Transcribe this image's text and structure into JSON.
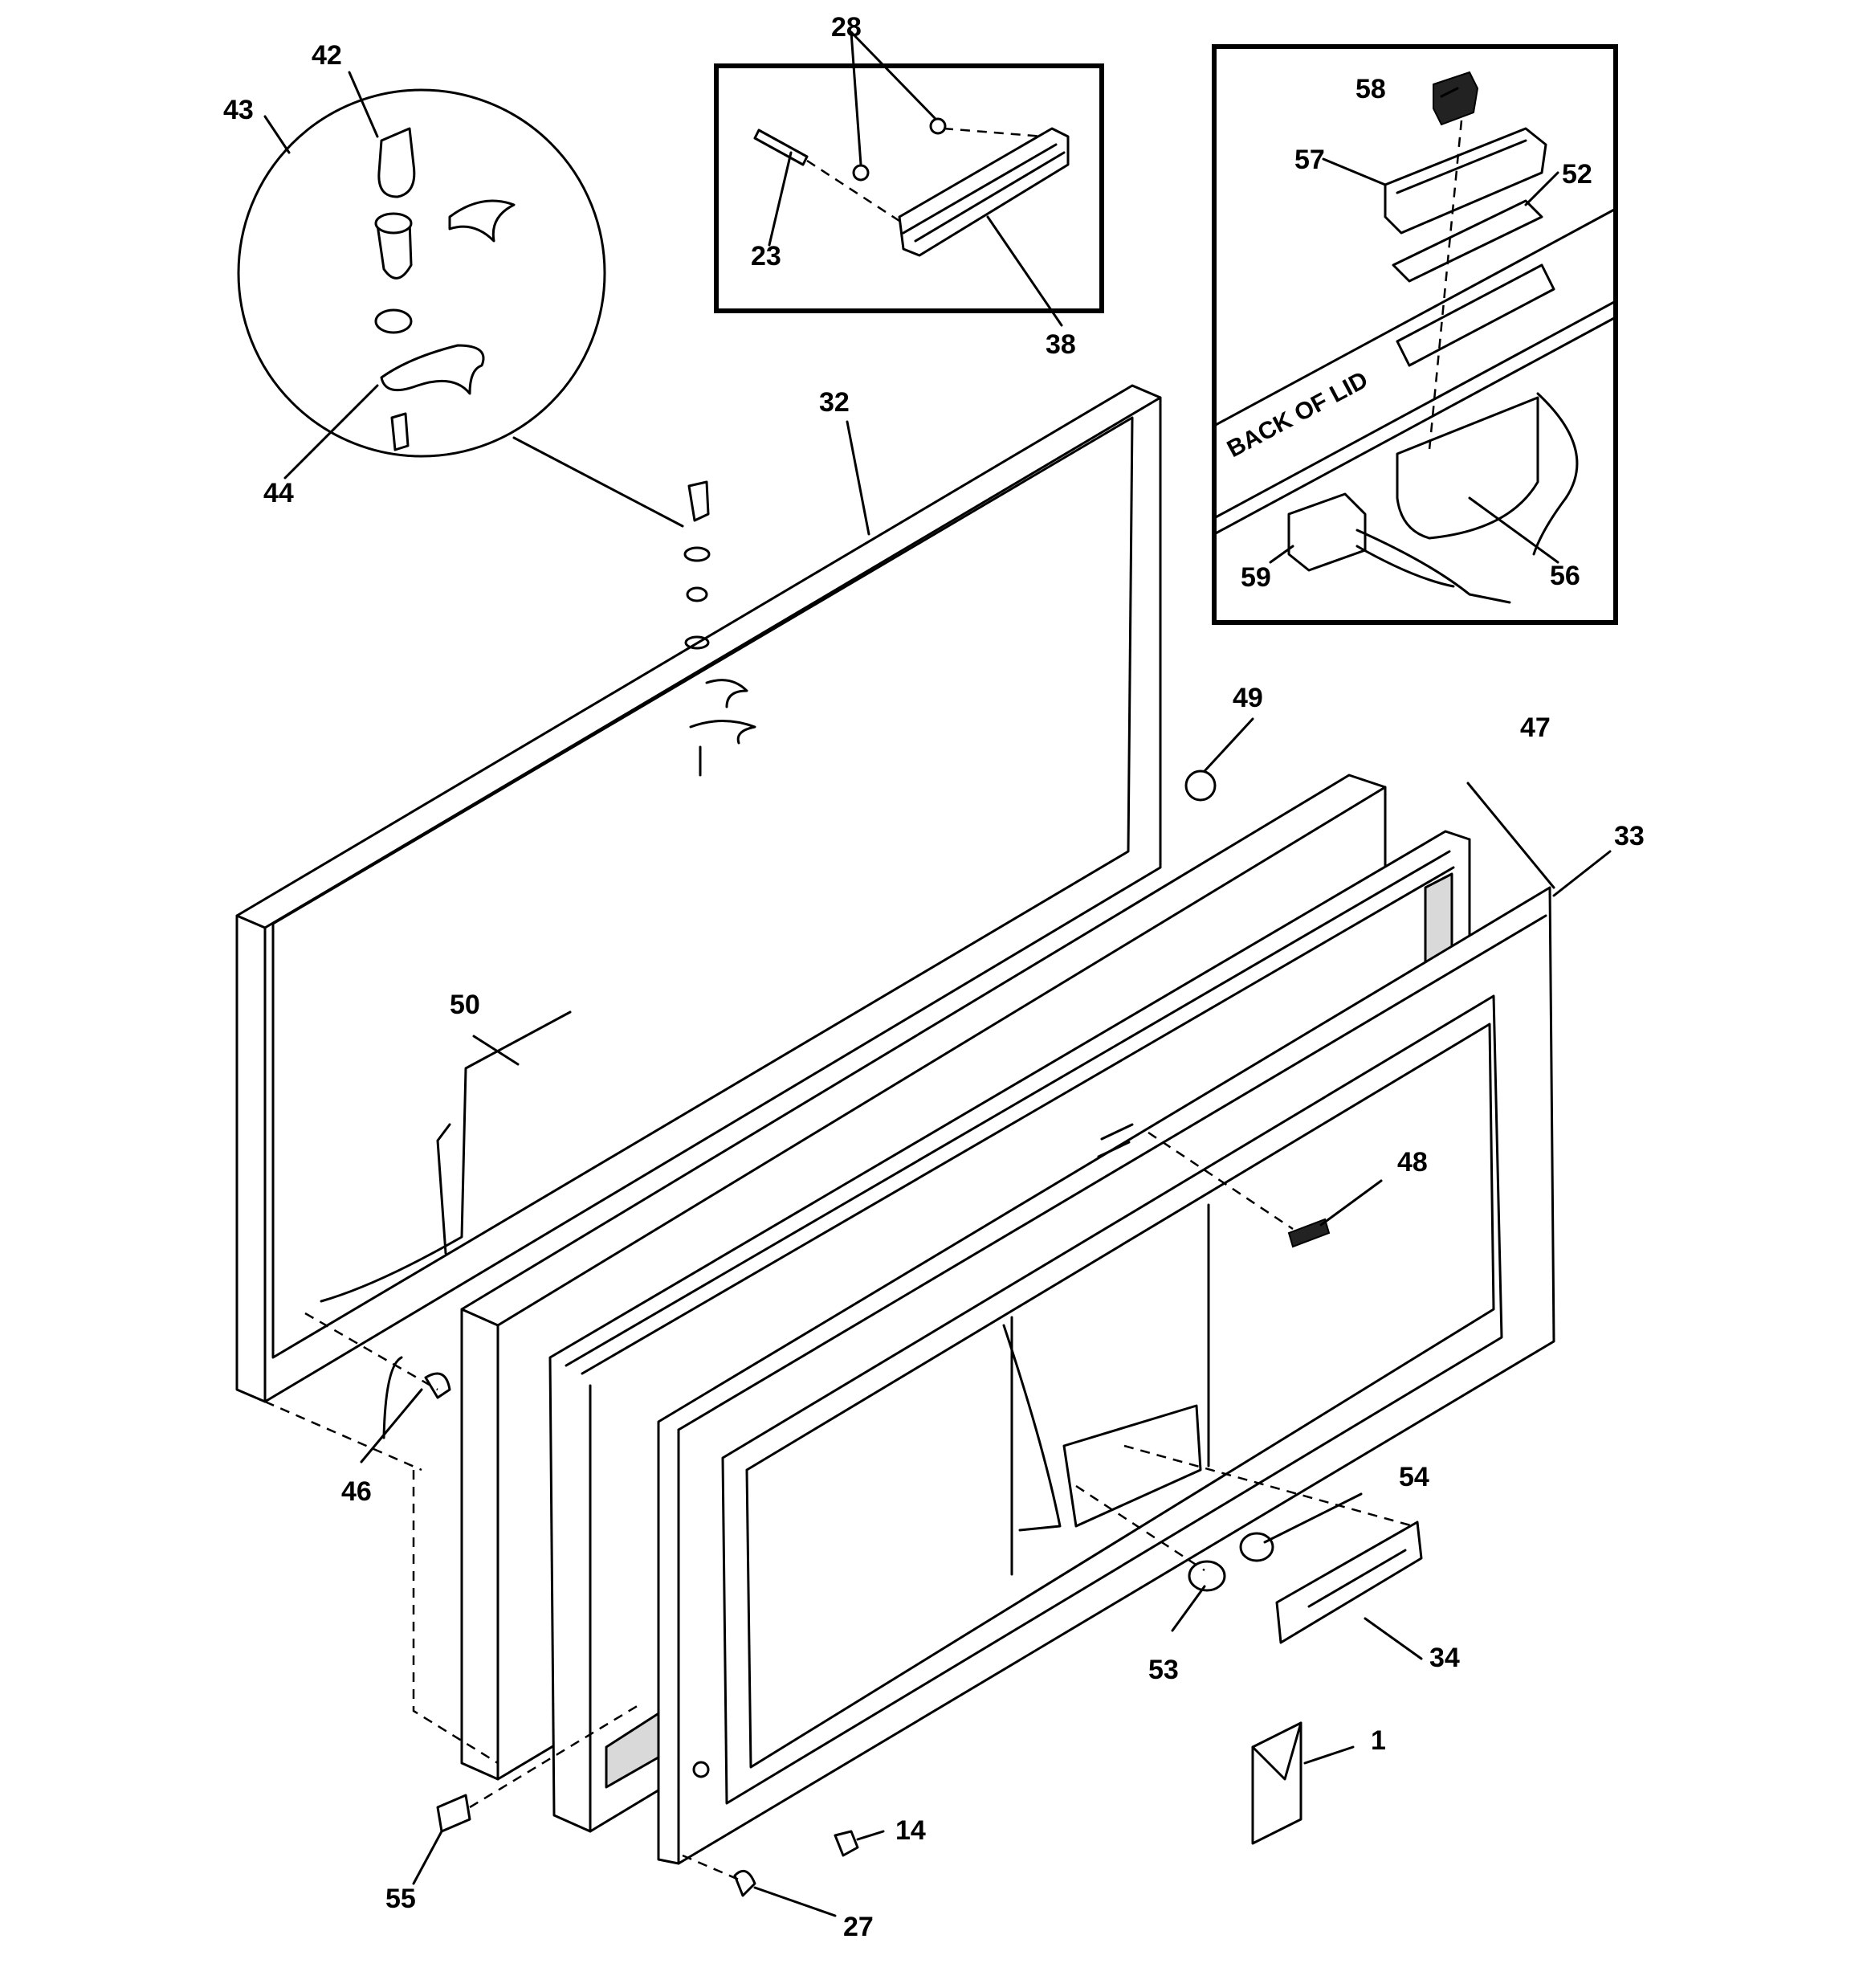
{
  "callouts": [
    {
      "id": "1",
      "label": "1"
    },
    {
      "id": "14",
      "label": "14"
    },
    {
      "id": "23",
      "label": "23"
    },
    {
      "id": "27",
      "label": "27"
    },
    {
      "id": "28",
      "label": "28"
    },
    {
      "id": "32",
      "label": "32"
    },
    {
      "id": "33",
      "label": "33"
    },
    {
      "id": "34",
      "label": "34"
    },
    {
      "id": "38",
      "label": "38"
    },
    {
      "id": "42",
      "label": "42"
    },
    {
      "id": "43",
      "label": "43"
    },
    {
      "id": "44",
      "label": "44"
    },
    {
      "id": "46",
      "label": "46"
    },
    {
      "id": "47",
      "label": "47"
    },
    {
      "id": "48",
      "label": "48"
    },
    {
      "id": "49",
      "label": "49"
    },
    {
      "id": "50",
      "label": "50"
    },
    {
      "id": "52",
      "label": "52"
    },
    {
      "id": "53",
      "label": "53"
    },
    {
      "id": "54",
      "label": "54"
    },
    {
      "id": "55",
      "label": "55"
    },
    {
      "id": "56",
      "label": "56"
    },
    {
      "id": "57",
      "label": "57"
    },
    {
      "id": "58",
      "label": "58"
    },
    {
      "id": "59",
      "label": "59"
    }
  ],
  "inset_text": {
    "back_of_lid": "BACK OF LID"
  }
}
